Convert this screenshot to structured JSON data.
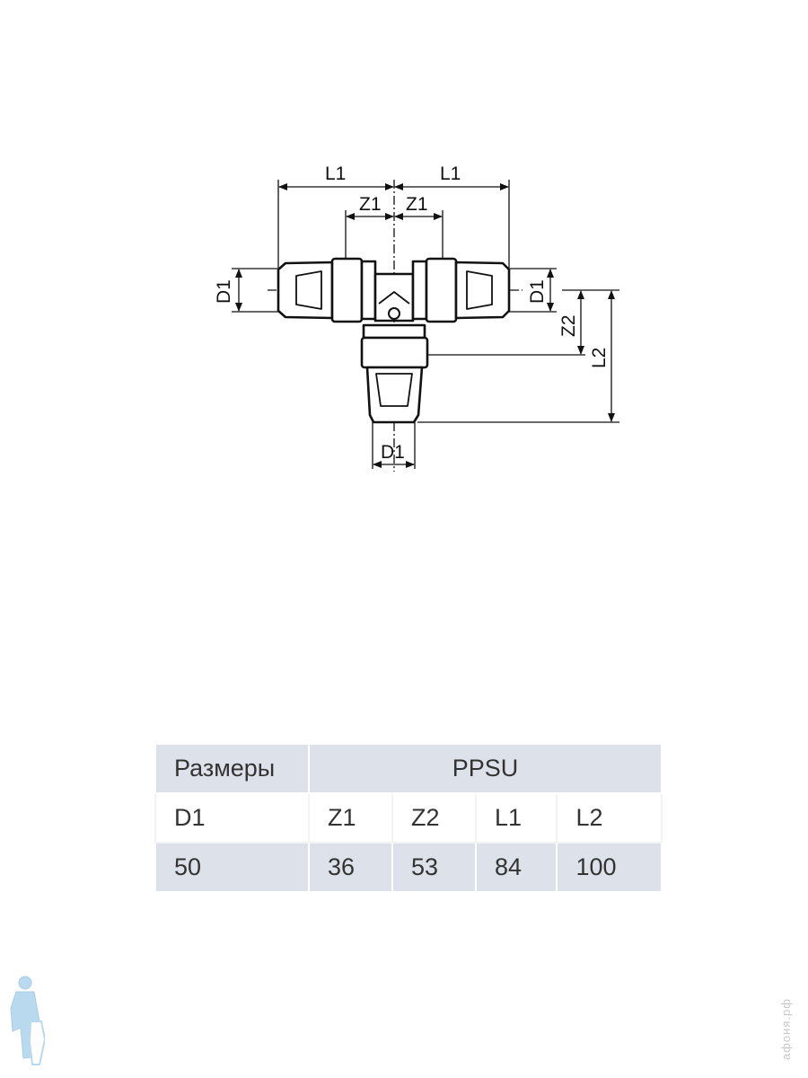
{
  "drawing": {
    "labels": {
      "l1_left": "L1",
      "l1_right": "L1",
      "z1_left": "Z1",
      "z1_right": "Z1",
      "d1_left": "D1",
      "d1_right": "D1",
      "d1_bottom": "D1",
      "z2": "Z2",
      "l2": "L2"
    }
  },
  "table": {
    "header": {
      "sizes": "Размеры",
      "material": "PPSU"
    },
    "columns": [
      "D1",
      "Z1",
      "Z2",
      "L1",
      "L2"
    ],
    "rows": [
      [
        "50",
        "36",
        "53",
        "84",
        "100"
      ]
    ]
  },
  "watermark": "афоня.рф",
  "colors": {
    "table_shade": "#dde2ea",
    "logo": "#b9d9ef",
    "line": "#111111"
  }
}
